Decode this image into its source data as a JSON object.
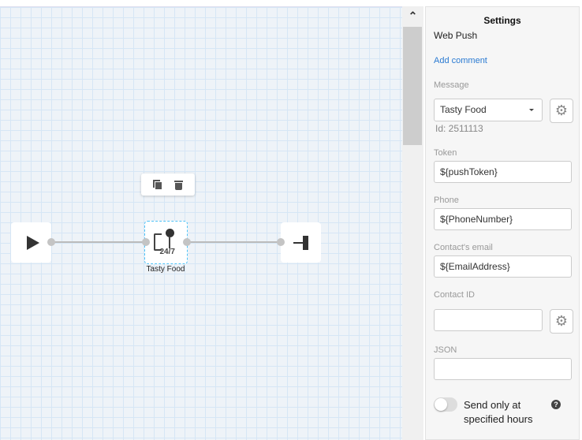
{
  "canvas": {
    "nodes": [
      {
        "type": "start"
      },
      {
        "type": "web-push",
        "label": "Tasty Food",
        "badge": "24/7"
      },
      {
        "type": "end"
      }
    ]
  },
  "settings": {
    "title": "Settings",
    "type": "Web Push",
    "add_comment": "Add comment",
    "message_label": "Message",
    "message_value": "Tasty Food",
    "message_id": "Id: 2511113",
    "token_label": "Token",
    "token_value": "${pushToken}",
    "phone_label": "Phone",
    "phone_value": "${PhoneNumber}",
    "email_label": "Contact's email",
    "email_value": "${EmailAddress}",
    "contact_id_label": "Contact ID",
    "contact_id_value": "",
    "json_label": "JSON",
    "json_value": "",
    "send_hours_label": "Send only at specified hours",
    "send_hours_on": false
  }
}
